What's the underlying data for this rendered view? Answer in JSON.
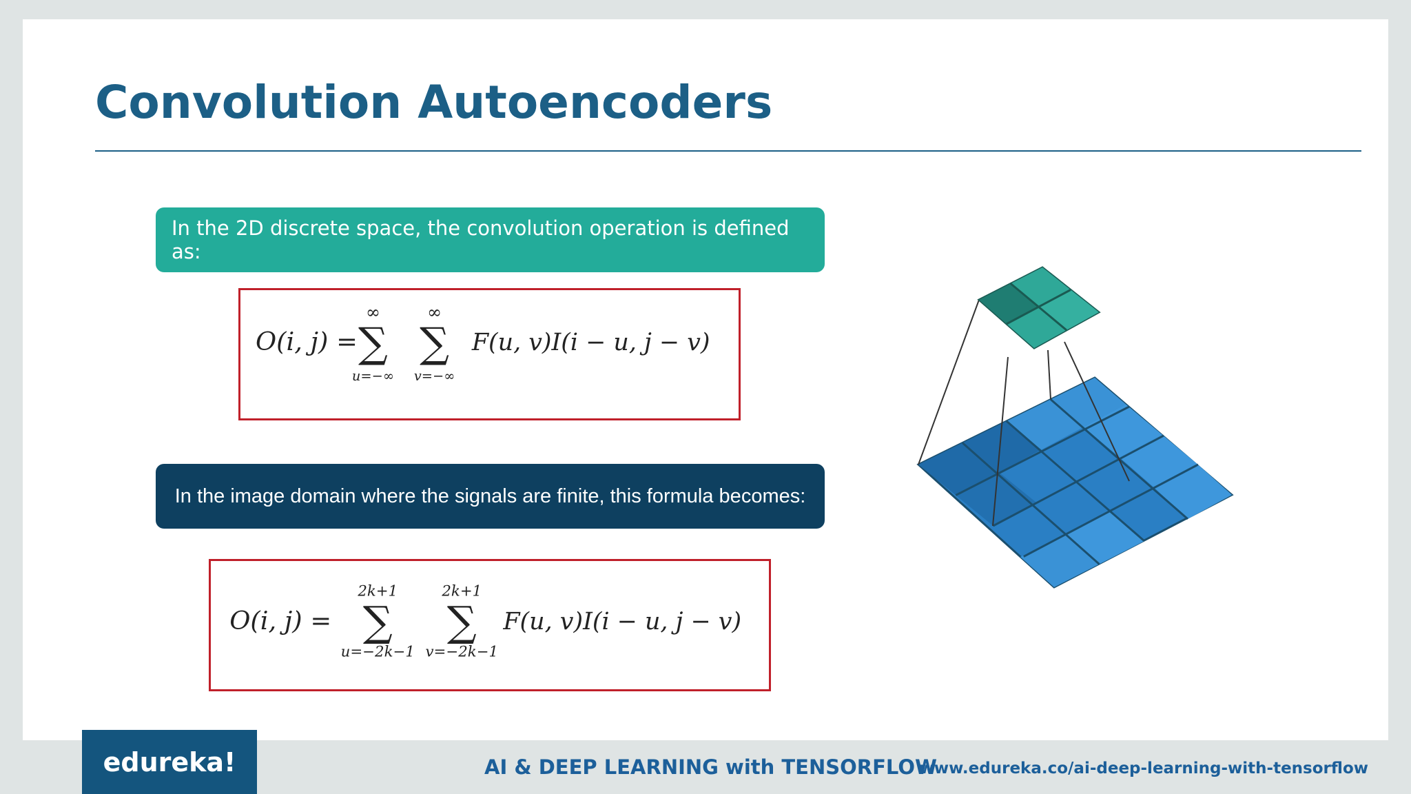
{
  "slide": {
    "title": "Convolution Autoencoders",
    "banner_1": "In the 2D discrete space, the convolution operation is defined as:",
    "banner_2": "In the image domain where the signals are finite, this formula becomes:"
  },
  "formula_1": {
    "lhs": "O(i, j) =",
    "sum1_top": "∞",
    "sum1_bottom": "u=−∞",
    "sum2_top": "∞",
    "sum2_bottom": "v=−∞",
    "rhs": "F(u, v)I(i − u, j − v)"
  },
  "formula_2": {
    "lhs": "O(i, j) =",
    "sum1_top": "2k+1",
    "sum1_bottom": "u=−2k−1",
    "sum2_top": "2k+1",
    "sum2_bottom": "v=−2k−1",
    "rhs": "F(u, v)I(i − u, j − v)"
  },
  "footer": {
    "logo": "edureka!",
    "course": "AI & DEEP LEARNING with TENSORFLOW",
    "url": "www.edureka.co/ai-deep-learning-with-tensorflow"
  },
  "colors": {
    "title": "#1c5f86",
    "banner_1": "#23ac9a",
    "banner_2": "#0e4060",
    "formula_border": "#c0202a",
    "input_grid": "#2a7fc4",
    "output_grid": "#2a9d8f",
    "footer_logo_bg": "#14557e"
  }
}
